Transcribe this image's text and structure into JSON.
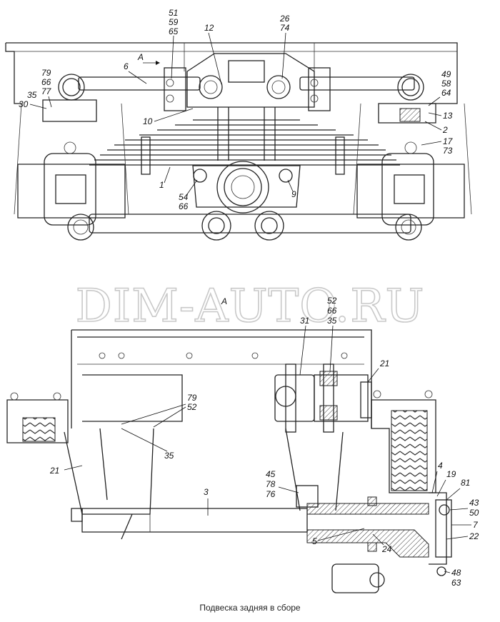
{
  "caption": "Подвеска задняя в сборе",
  "watermark": "DIM-AUTO.RU",
  "view_label": "A",
  "direction_label": "A",
  "top_callouts": [
    "51",
    "59",
    "65",
    "12",
    "26",
    "74",
    "6",
    "79",
    "66",
    "77",
    "35",
    "30",
    "10",
    "49",
    "58",
    "64",
    "13",
    "2",
    "17",
    "73",
    "1",
    "54",
    "66",
    "9"
  ],
  "bottom_callouts": [
    "52",
    "66",
    "35",
    "31",
    "21",
    "79",
    "52",
    "35",
    "21",
    "45",
    "78",
    "76",
    "3",
    "4",
    "19",
    "81",
    "43",
    "50",
    "7",
    "22",
    "5",
    "24",
    "48",
    "63"
  ]
}
